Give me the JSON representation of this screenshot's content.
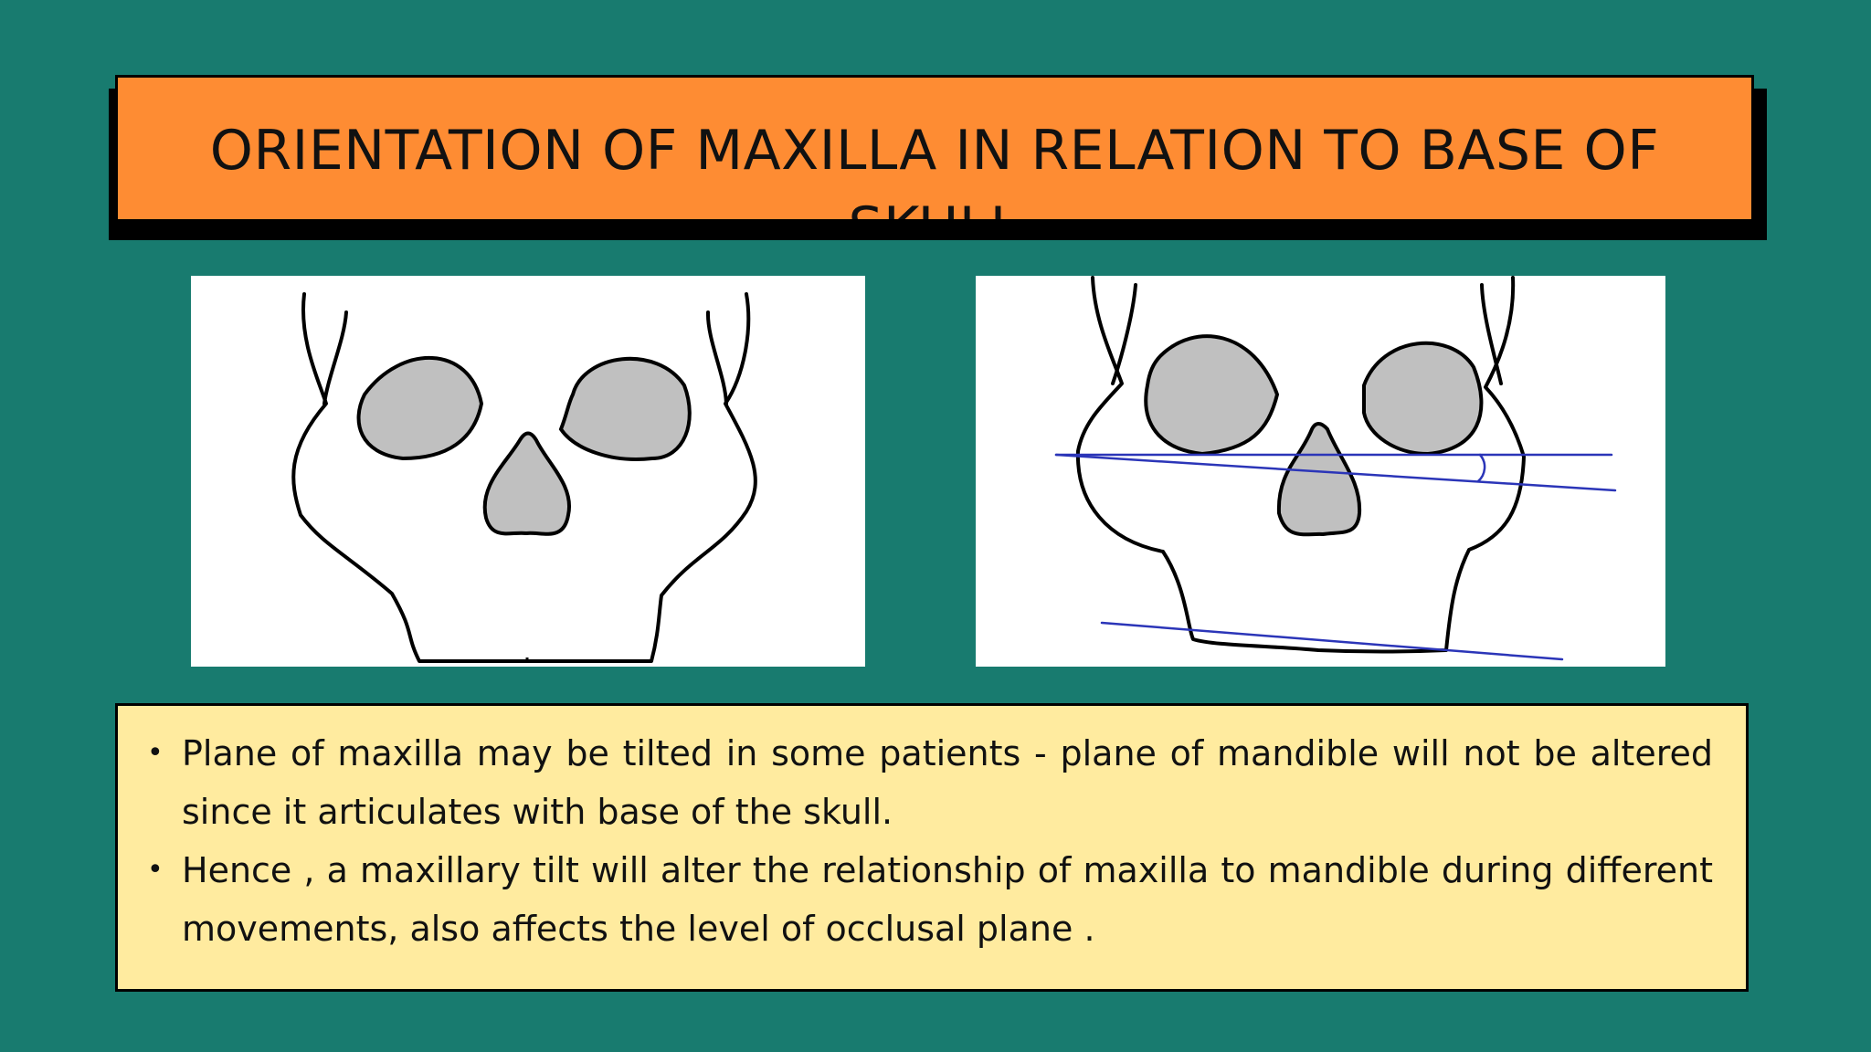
{
  "slide": {
    "title": "ORIENTATION OF MAXILLA IN RELATION TO BASE OF SKULL",
    "colors": {
      "background": "#187b6f",
      "title_fill": "#fe8c33",
      "text_box_fill": "#ffeb9f",
      "reference_lines": "#2b35b8",
      "orbit_fill": "#c0c0c0"
    }
  },
  "figures": [
    {
      "id": "skull-untilted",
      "icon": "skull-front-view-icon"
    },
    {
      "id": "skull-tilted-maxilla",
      "icon": "skull-front-view-with-planes-icon"
    }
  ],
  "bullets": [
    {
      "marker": "•",
      "text": "Plane of maxilla may be tilted in some patients - plane of mandible will not be altered since it articulates with base of the skull."
    },
    {
      "marker": "•",
      "text": "Hence , a maxillary tilt will alter the relationship of maxilla to mandible during different movements, also affects the level of occlusal plane ."
    }
  ]
}
